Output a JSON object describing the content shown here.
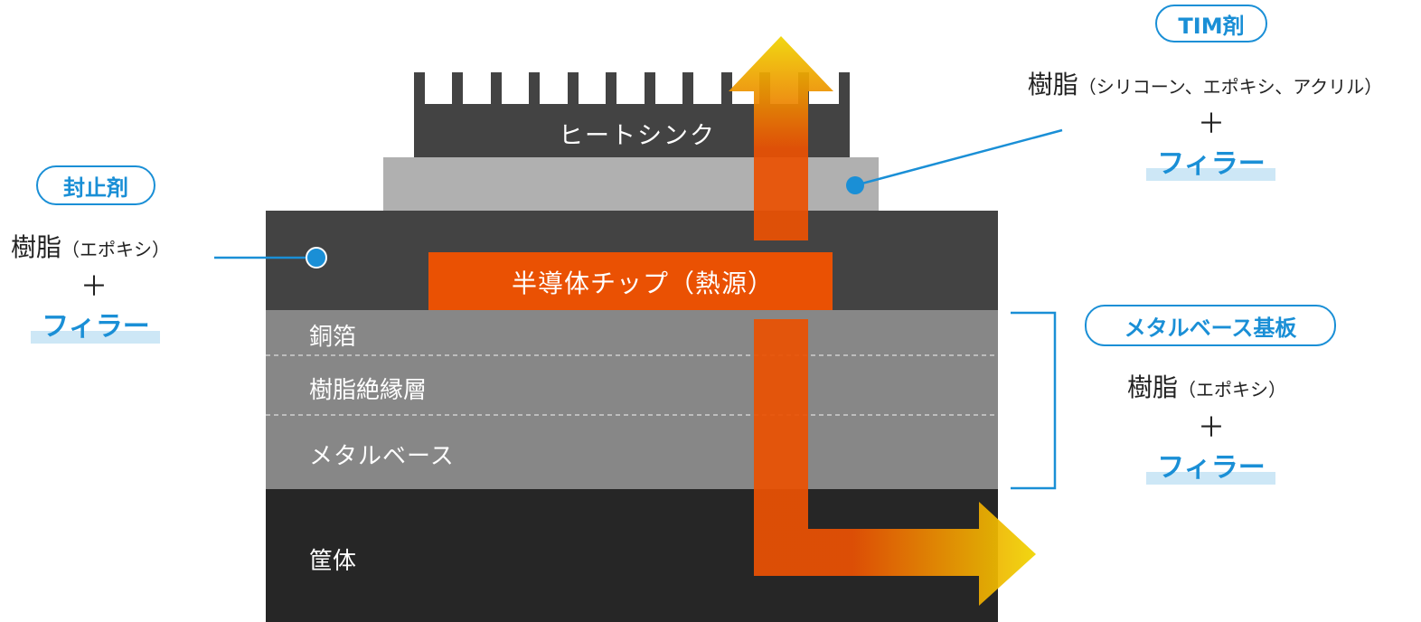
{
  "diagram": {
    "heat_sink_label": "ヒートシンク",
    "chip_label": "半導体チップ（熱源）",
    "copper_foil_label": "銅箔",
    "insulation_label": "樹脂絶縁層",
    "metal_base_label": "メタルベース",
    "housing_label": "筐体"
  },
  "callouts": {
    "tim": {
      "title": "TIM剤",
      "resin": "樹脂",
      "resin_detail": "（シリコーン、エポキシ、アクリル）",
      "plus": "＋",
      "filler": "フィラー"
    },
    "sealant": {
      "title": "封止剤",
      "resin": "樹脂",
      "resin_detail": "（エポキシ）",
      "plus": "＋",
      "filler": "フィラー"
    },
    "metal_base_substrate": {
      "title": "メタルベース基板",
      "resin": "樹脂",
      "resin_detail": "（エポキシ）",
      "plus": "＋",
      "filler": "フィラー"
    }
  },
  "colors": {
    "heat_sink": "#434343",
    "tim_layer": "#b0b0b0",
    "sealant_block": "#434343",
    "chip": "#ea5103",
    "substrate": "#878787",
    "housing": "#262626",
    "accent_blue": "#1a8fd6",
    "filler_highlight": "#cde7f6",
    "arrow_start": "#ea5103",
    "arrow_end": "#f0d400"
  }
}
